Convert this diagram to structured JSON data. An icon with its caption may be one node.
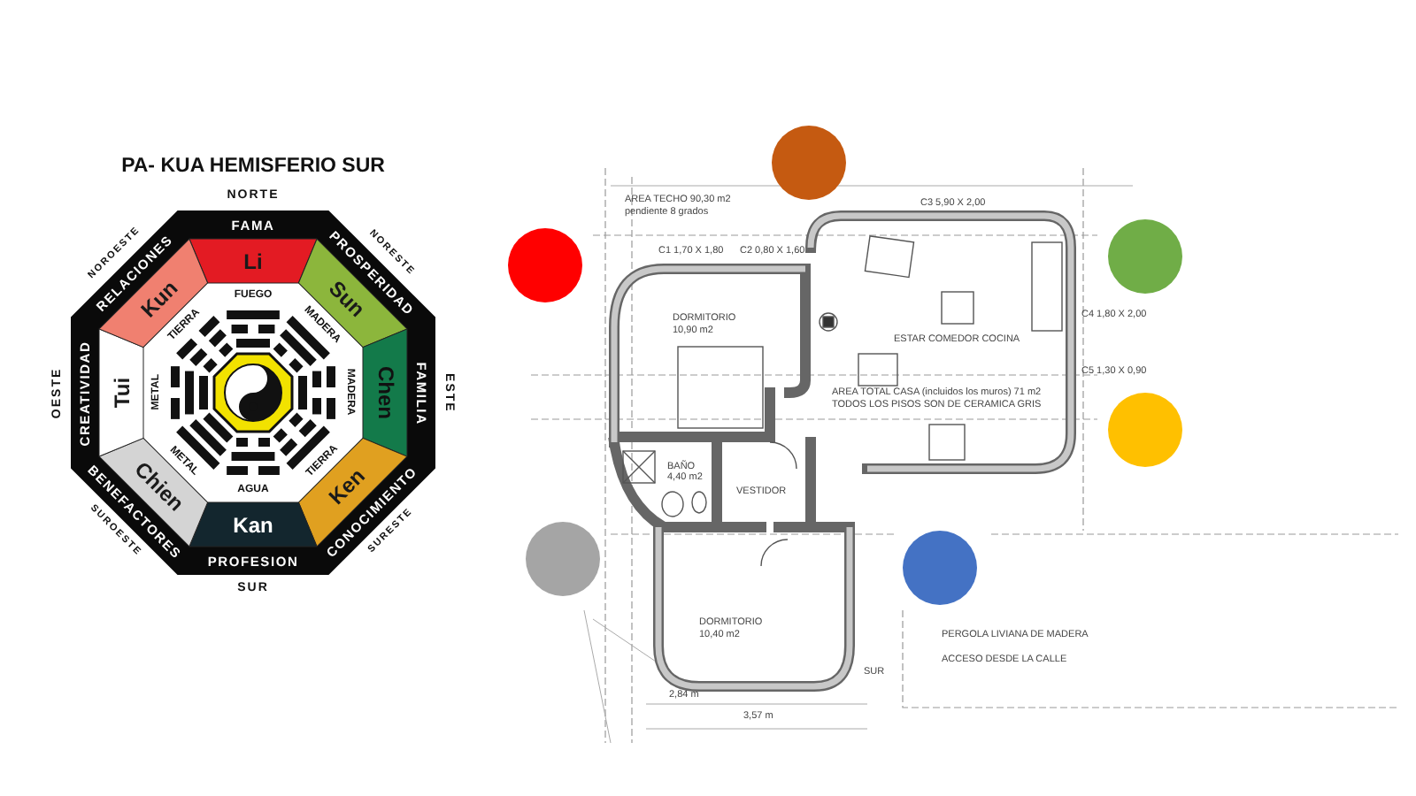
{
  "diagram": {
    "title": "PA- KUA HEMISFERIO SUR",
    "nodes": [
      {
        "text": [
          "Li"
        ]
      },
      {
        "text": [
          "Sun"
        ]
      },
      {
        "text": [
          "Chen"
        ]
      },
      {
        "text": [
          "Ken"
        ]
      },
      {
        "text": [
          "Kan"
        ]
      },
      {
        "text": [
          "Chien"
        ]
      },
      {
        "text": [
          "Tui"
        ]
      },
      {
        "text": [
          "Kun"
        ]
      },
      {
        "text": [],
        "shape": "circle"
      },
      {
        "text": [],
        "shape": "circle"
      },
      {
        "text": [],
        "shape": "circle"
      },
      {
        "text": [],
        "shape": "circle"
      },
      {
        "text": [],
        "shape": "circle"
      },
      {
        "text": [],
        "shape": "circle"
      }
    ],
    "edges": [],
    "labels": [
      "FAMA",
      "PROSPERIDAD",
      "FAMILIA",
      "CONOCIMIENTO",
      "PROFESION",
      "BENEFACTORES",
      "CREATIVIDAD",
      "RELACIONES",
      "NORTE",
      "NORESTE",
      "ESTE",
      "SURESTE",
      "SUR",
      "SUROESTE",
      "OESTE",
      "NOROESTE",
      "FUEGO",
      "MADERA",
      "MADERA",
      "TIERRA",
      "AGUA",
      "METAL",
      "METAL",
      "TIERRA",
      "AREA TECHO 90,30 m2",
      "pendiente 8 grados",
      "C1 1,70 X 1,80",
      "C2 0,80 X 1,60",
      "C3 5,90 X 2,00",
      "DORMITORIO",
      "10,90 m2",
      "ESTAR COMEDOR COCINA",
      "C4 1,80 X 2,00",
      "C5 1,30 X 0,90",
      "AREA TOTAL CASA (incluidos los muros) 71 m2",
      "TODOS LOS PISOS SON DE CERAMICA GRIS",
      "BAÑO",
      "4,40 m2",
      "VESTIDOR",
      "DORMITORIO",
      "10,40 m2",
      "SUR",
      "PERGOLA LIVIANA DE MADERA",
      "ACCESO DESDE LA CALLE",
      "2,84 m",
      "3,57 m"
    ]
  }
}
